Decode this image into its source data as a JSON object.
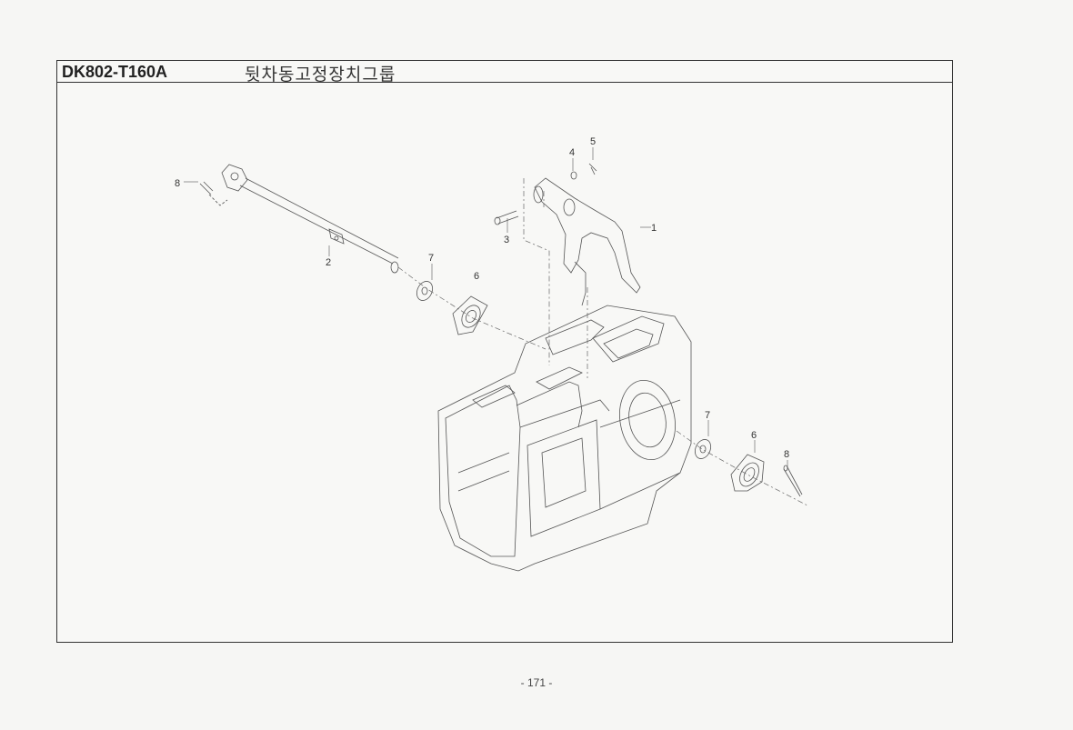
{
  "header": {
    "code": "DK802-T160A",
    "title": "뒷차동고정장치그룹"
  },
  "callouts": [
    {
      "label": "1"
    },
    {
      "label": "2"
    },
    {
      "label": "3"
    },
    {
      "label": "4"
    },
    {
      "label": "5"
    },
    {
      "label": "6"
    },
    {
      "label": "6"
    },
    {
      "label": "7"
    },
    {
      "label": "7"
    },
    {
      "label": "8"
    },
    {
      "label": "8"
    }
  ],
  "footer": {
    "page_number": "- 171 -"
  }
}
